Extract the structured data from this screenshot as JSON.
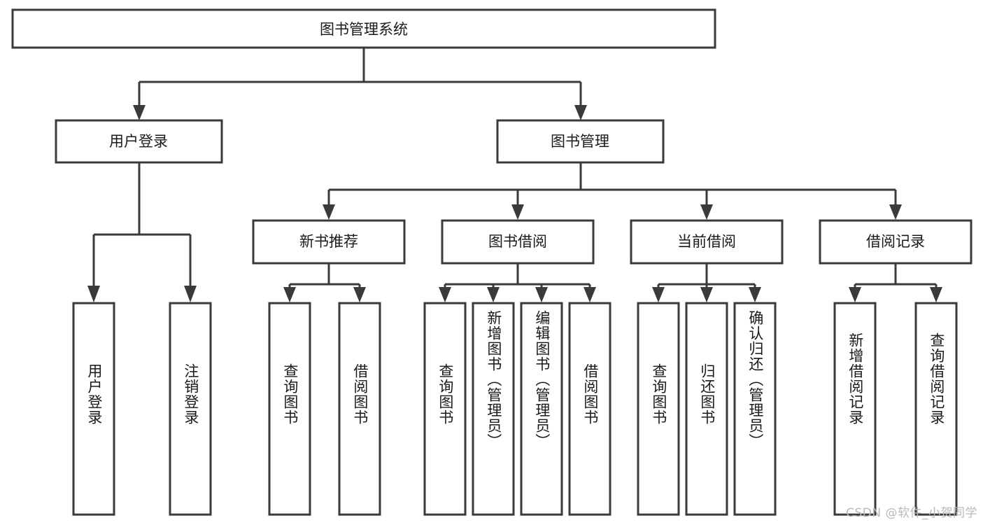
{
  "diagram": {
    "type": "tree",
    "title": "图书管理系统",
    "background_color": "#ffffff",
    "line_color": "#3a3a3a",
    "box_fill": "#ffffff",
    "text_color": "#1a1a1a",
    "root": {
      "label": "图书管理系统",
      "level": 0
    },
    "level2": [
      {
        "label": "用户登录"
      },
      {
        "label": "图书管理"
      }
    ],
    "level3": [
      {
        "label": "新书推荐"
      },
      {
        "label": "图书借阅"
      },
      {
        "label": "当前借阅"
      },
      {
        "label": "借阅记录"
      }
    ],
    "leaves": {
      "user_login": [
        {
          "label": "用户登录"
        },
        {
          "label": "注销登录"
        }
      ],
      "new_book_recommend": [
        {
          "label": "查询图书"
        },
        {
          "label": "借阅图书"
        }
      ],
      "book_borrow": [
        {
          "label": "查询图书"
        },
        {
          "label": "新增图书（管理员）"
        },
        {
          "label": "编辑图书（管理员）"
        },
        {
          "label": "借阅图书"
        }
      ],
      "current_borrow": [
        {
          "label": "查询图书"
        },
        {
          "label": "归还图书"
        },
        {
          "label": "确认归还（管理员）"
        }
      ],
      "borrow_record": [
        {
          "label": "新增借阅记录"
        },
        {
          "label": "查询借阅记录"
        }
      ]
    }
  },
  "watermark": {
    "text": "CSDN @软件_小贺同学",
    "color": "#b9b9b9"
  }
}
